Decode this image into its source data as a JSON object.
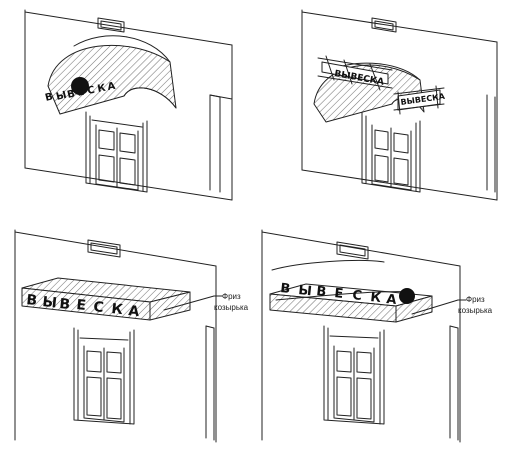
{
  "panels": [
    {
      "sign_letters": [
        "В",
        "Ы",
        "В",
        "Е",
        "С",
        "К",
        "А"
      ],
      "callout": null
    },
    {
      "sign_text_left": "ВЫВЕСКА",
      "sign_text_right": "ВЫВЕСКА",
      "callout": null
    },
    {
      "sign_letters": [
        "В",
        "Ы",
        "В",
        "Е",
        "С",
        "К",
        "А"
      ],
      "callout": {
        "line1": "Фриз",
        "line2": "козырька"
      }
    },
    {
      "sign_letters": [
        "В",
        "Ы",
        "В",
        "Е",
        "С",
        "К",
        "А"
      ],
      "callout": {
        "line1": "Фриз",
        "line2": "козырька"
      }
    }
  ],
  "colors": {
    "ink": "#222222",
    "hatch": "#8a8a8a",
    "background": "#ffffff"
  }
}
